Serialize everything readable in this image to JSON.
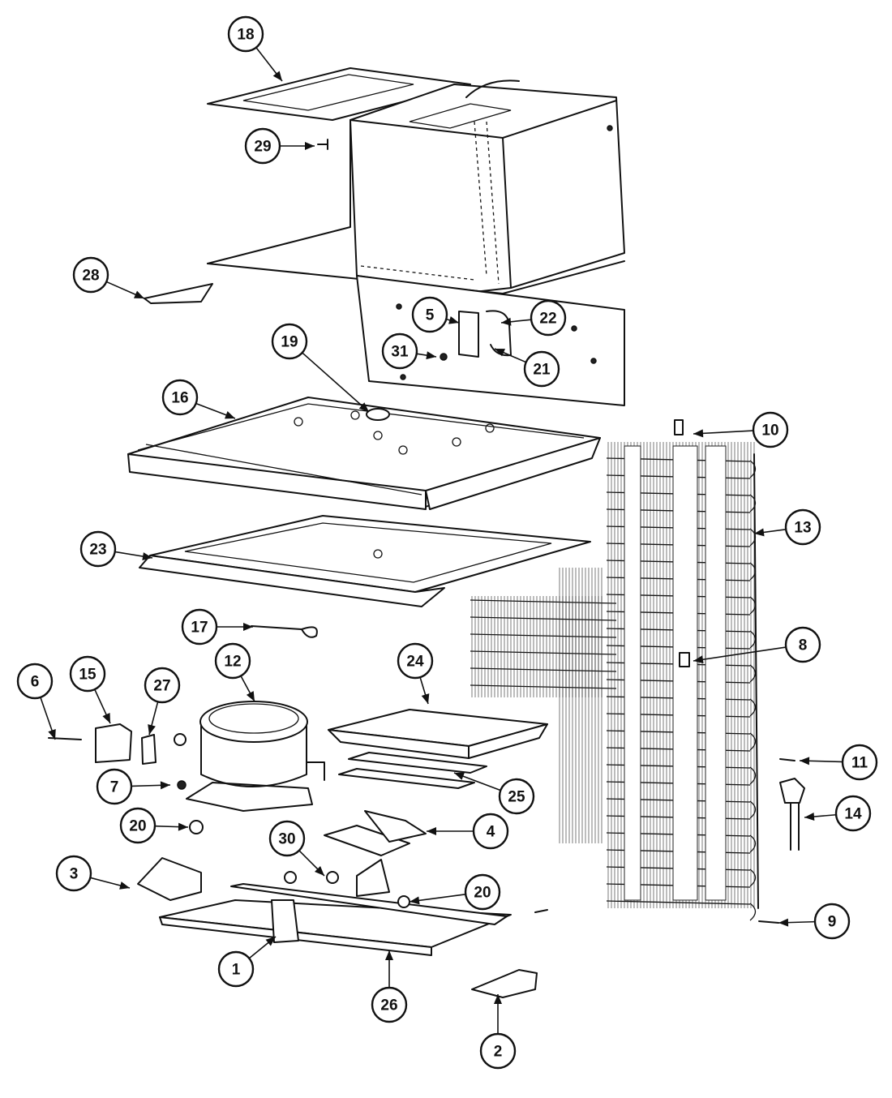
{
  "diagram": {
    "callouts": [
      {
        "id": "c18",
        "label": "18"
      },
      {
        "id": "c29",
        "label": "29"
      },
      {
        "id": "c28",
        "label": "28"
      },
      {
        "id": "c5",
        "label": "5"
      },
      {
        "id": "c22",
        "label": "22"
      },
      {
        "id": "c31",
        "label": "31"
      },
      {
        "id": "c21",
        "label": "21"
      },
      {
        "id": "c19",
        "label": "19"
      },
      {
        "id": "c16",
        "label": "16"
      },
      {
        "id": "c10",
        "label": "10"
      },
      {
        "id": "c13",
        "label": "13"
      },
      {
        "id": "c23",
        "label": "23"
      },
      {
        "id": "c17",
        "label": "17"
      },
      {
        "id": "c8",
        "label": "8"
      },
      {
        "id": "c6",
        "label": "6"
      },
      {
        "id": "c15",
        "label": "15"
      },
      {
        "id": "c27",
        "label": "27"
      },
      {
        "id": "c12",
        "label": "12"
      },
      {
        "id": "c24",
        "label": "24"
      },
      {
        "id": "c7",
        "label": "7"
      },
      {
        "id": "c25",
        "label": "25"
      },
      {
        "id": "c11",
        "label": "11"
      },
      {
        "id": "c14",
        "label": "14"
      },
      {
        "id": "c20b",
        "label": "20"
      },
      {
        "id": "c4",
        "label": "4"
      },
      {
        "id": "c30",
        "label": "30"
      },
      {
        "id": "c3",
        "label": "3"
      },
      {
        "id": "c20",
        "label": "20"
      },
      {
        "id": "c9",
        "label": "9"
      },
      {
        "id": "c1",
        "label": "1"
      },
      {
        "id": "c26",
        "label": "26"
      },
      {
        "id": "c2",
        "label": "2"
      }
    ]
  }
}
